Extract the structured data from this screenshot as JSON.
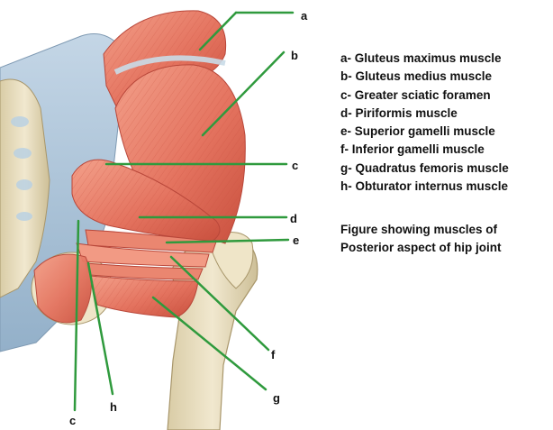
{
  "legend": [
    {
      "key": "a",
      "text": "a- Gluteus maximus muscle"
    },
    {
      "key": "b",
      "text": "b- Gluteus medius muscle"
    },
    {
      "key": "c",
      "text": "c- Greater sciatic foramen"
    },
    {
      "key": "d",
      "text": "d- Piriformis muscle"
    },
    {
      "key": "e",
      "text": "e- Superior gamelli muscle"
    },
    {
      "key": "f",
      "text": "f- Inferior gamelli muscle"
    },
    {
      "key": "g",
      "text": "g- Quadratus femoris muscle"
    },
    {
      "key": "h",
      "text": "h- Obturator internus muscle"
    }
  ],
  "caption": {
    "line1": "Figure showing muscles of",
    "line2": "Posterior aspect of hip joint"
  },
  "figure_labels": {
    "a": "a",
    "b": "b",
    "c_right": "c",
    "d": "d",
    "e": "e",
    "f": "f",
    "g": "g",
    "h": "h",
    "c_bottom": "c"
  },
  "colors": {
    "muscle": "#e4735f",
    "muscle_light": "#f29a84",
    "bone": "#e9dfc0",
    "ligament": "#a9c3d8",
    "leader_line": "#2f9a3d"
  }
}
